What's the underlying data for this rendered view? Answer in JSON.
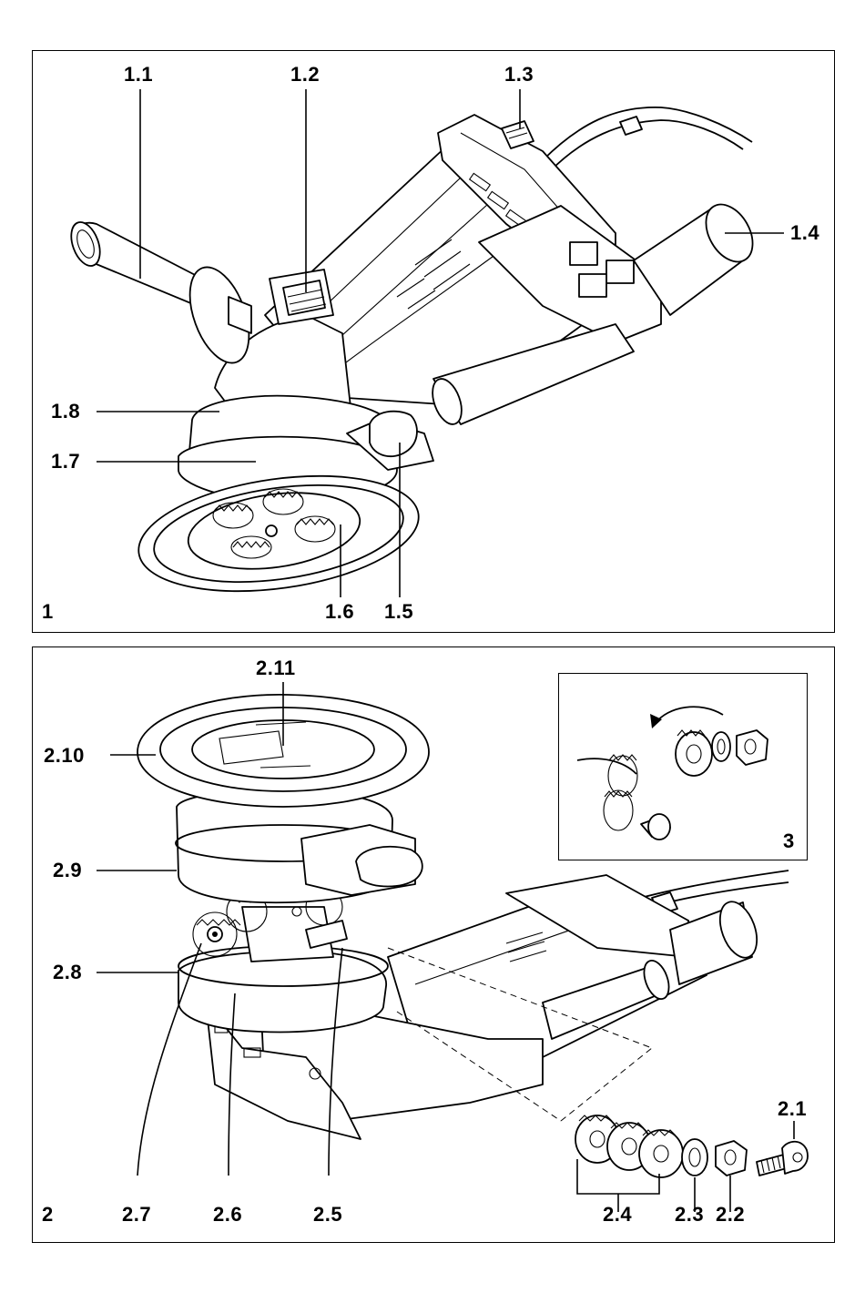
{
  "figure1": {
    "number": "1",
    "labels": {
      "l1_1": "1.1",
      "l1_2": "1.2",
      "l1_3": "1.3",
      "l1_4": "1.4",
      "l1_5": "1.5",
      "l1_6": "1.6",
      "l1_7": "1.7",
      "l1_8": "1.8"
    }
  },
  "figure2": {
    "number": "2",
    "labels": {
      "l2_1": "2.1",
      "l2_2": "2.2",
      "l2_3": "2.3",
      "l2_4": "2.4",
      "l2_5": "2.5",
      "l2_6": "2.6",
      "l2_7": "2.7",
      "l2_8": "2.8",
      "l2_9": "2.9",
      "l2_10": "2.10",
      "l2_11": "2.11"
    }
  },
  "figure3": {
    "number": "3"
  }
}
